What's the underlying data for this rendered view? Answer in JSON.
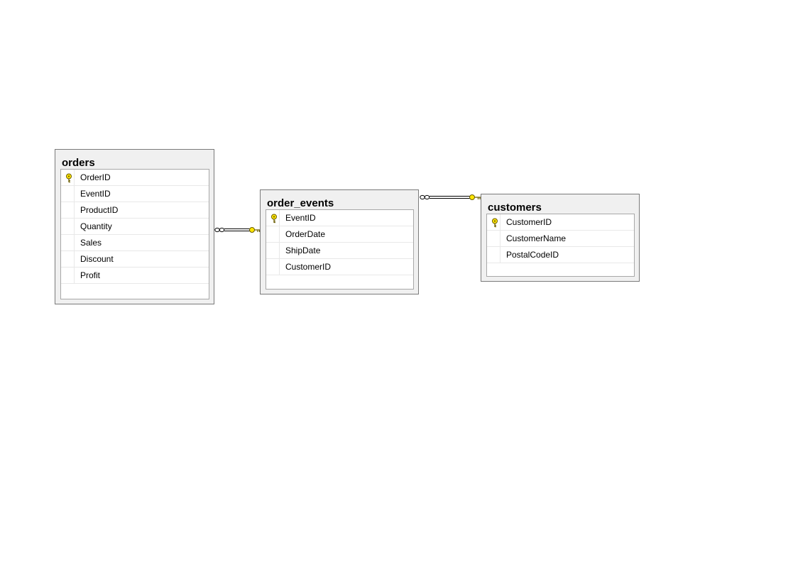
{
  "diagram": {
    "tables": [
      {
        "name": "orders",
        "primary_key": "OrderID",
        "columns": [
          "OrderID",
          "EventID",
          "ProductID",
          "Quantity",
          "Sales",
          "Discount",
          "Profit"
        ]
      },
      {
        "name": "order_events",
        "primary_key": "EventID",
        "columns": [
          "EventID",
          "OrderDate",
          "ShipDate",
          "CustomerID"
        ]
      },
      {
        "name": "customers",
        "primary_key": "CustomerID",
        "columns": [
          "CustomerID",
          "CustomerName",
          "PostalCodeID"
        ]
      }
    ],
    "relationships": [
      {
        "from": "orders",
        "to": "order_events",
        "from_end": "many-infinity",
        "to_end": "key"
      },
      {
        "from": "order_events",
        "to": "customers",
        "from_end": "many-infinity",
        "to_end": "key"
      }
    ],
    "icons": {
      "primary_key": "key-icon",
      "many_end": "infinity-icon"
    },
    "colors": {
      "key_fill": "#ffe600",
      "key_stroke": "#6b5d00",
      "box_bg": "#f0f0f0",
      "box_border": "#7a7a7a"
    }
  }
}
